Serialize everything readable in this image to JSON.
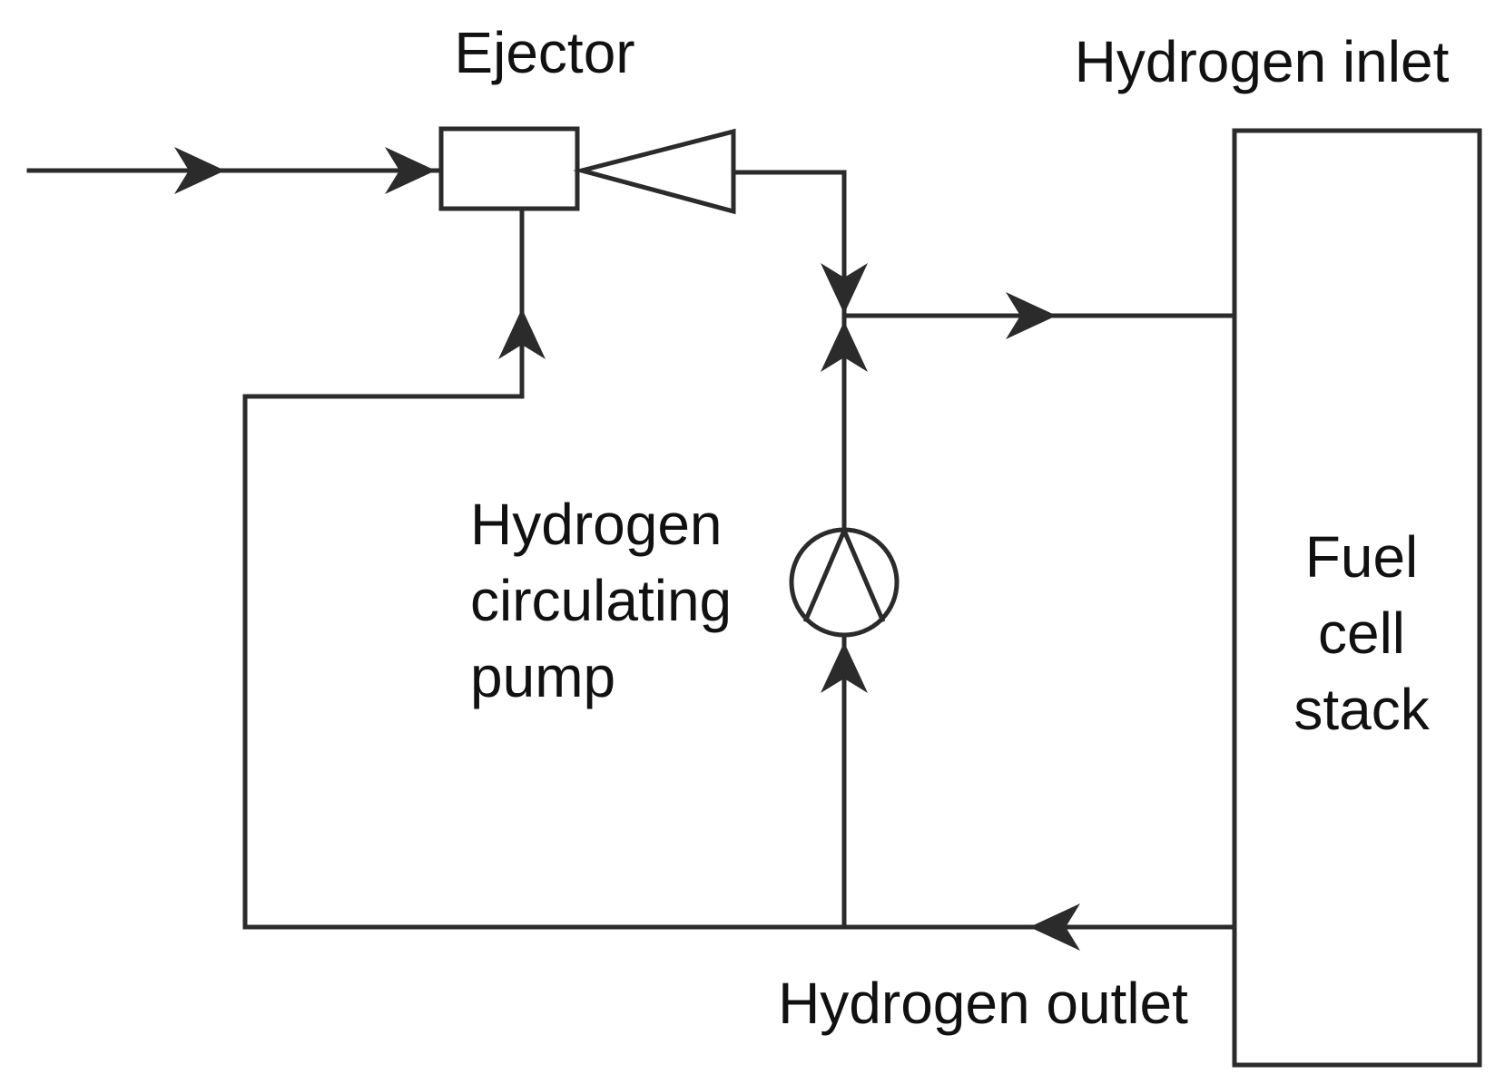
{
  "labels": {
    "ejector": "Ejector",
    "hydrogen_inlet": "Hydrogen inlet",
    "pump_line1": "Hydrogen",
    "pump_line2": "circulating",
    "pump_line3": "pump",
    "stack_line1": "Fuel",
    "stack_line2": "cell",
    "stack_line3": "stack",
    "hydrogen_outlet": "Hydrogen outlet"
  },
  "colors": {
    "stroke": "#2b2b2b",
    "text": "#111111",
    "background": "#ffffff"
  }
}
